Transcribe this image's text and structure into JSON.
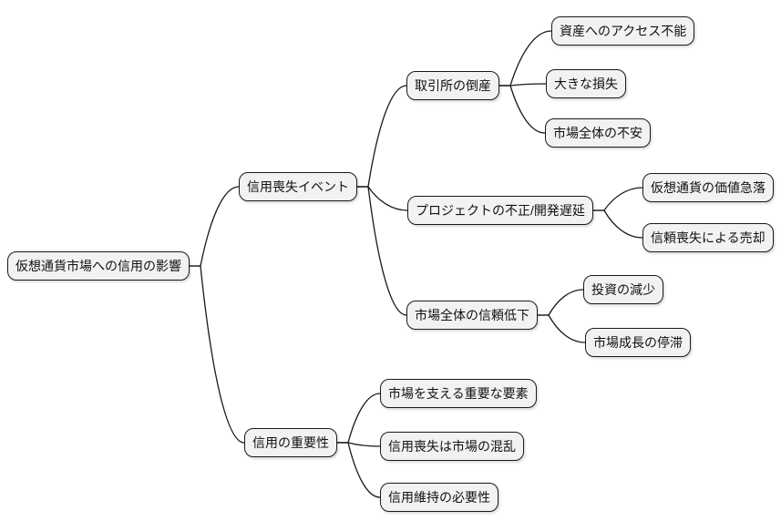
{
  "diagram": {
    "type": "mindmap",
    "orientation": "left-to-right",
    "colors": {
      "background": "#ffffff",
      "node_fill": "#f2f2f2",
      "node_border": "#1a1a1a",
      "edge": "#1a1a1a",
      "text": "#111111"
    },
    "root": {
      "label": "仮想通貨市場への信用の影響",
      "children": [
        {
          "label": "信用喪失イベント",
          "children": [
            {
              "label": "取引所の倒産",
              "children": [
                {
                  "label": "資産へのアクセス不能"
                },
                {
                  "label": "大きな損失"
                },
                {
                  "label": "市場全体の不安"
                }
              ]
            },
            {
              "label": "プロジェクトの不正/開発遅延",
              "children": [
                {
                  "label": "仮想通貨の価値急落"
                },
                {
                  "label": "信頼喪失による売却"
                }
              ]
            },
            {
              "label": "市場全体の信頼低下",
              "children": [
                {
                  "label": "投資の減少"
                },
                {
                  "label": "市場成長の停滞"
                }
              ]
            }
          ]
        },
        {
          "label": "信用の重要性",
          "children": [
            {
              "label": "市場を支える重要な要素"
            },
            {
              "label": "信用喪失は市場の混乱"
            },
            {
              "label": "信用維持の必要性"
            }
          ]
        }
      ]
    }
  }
}
